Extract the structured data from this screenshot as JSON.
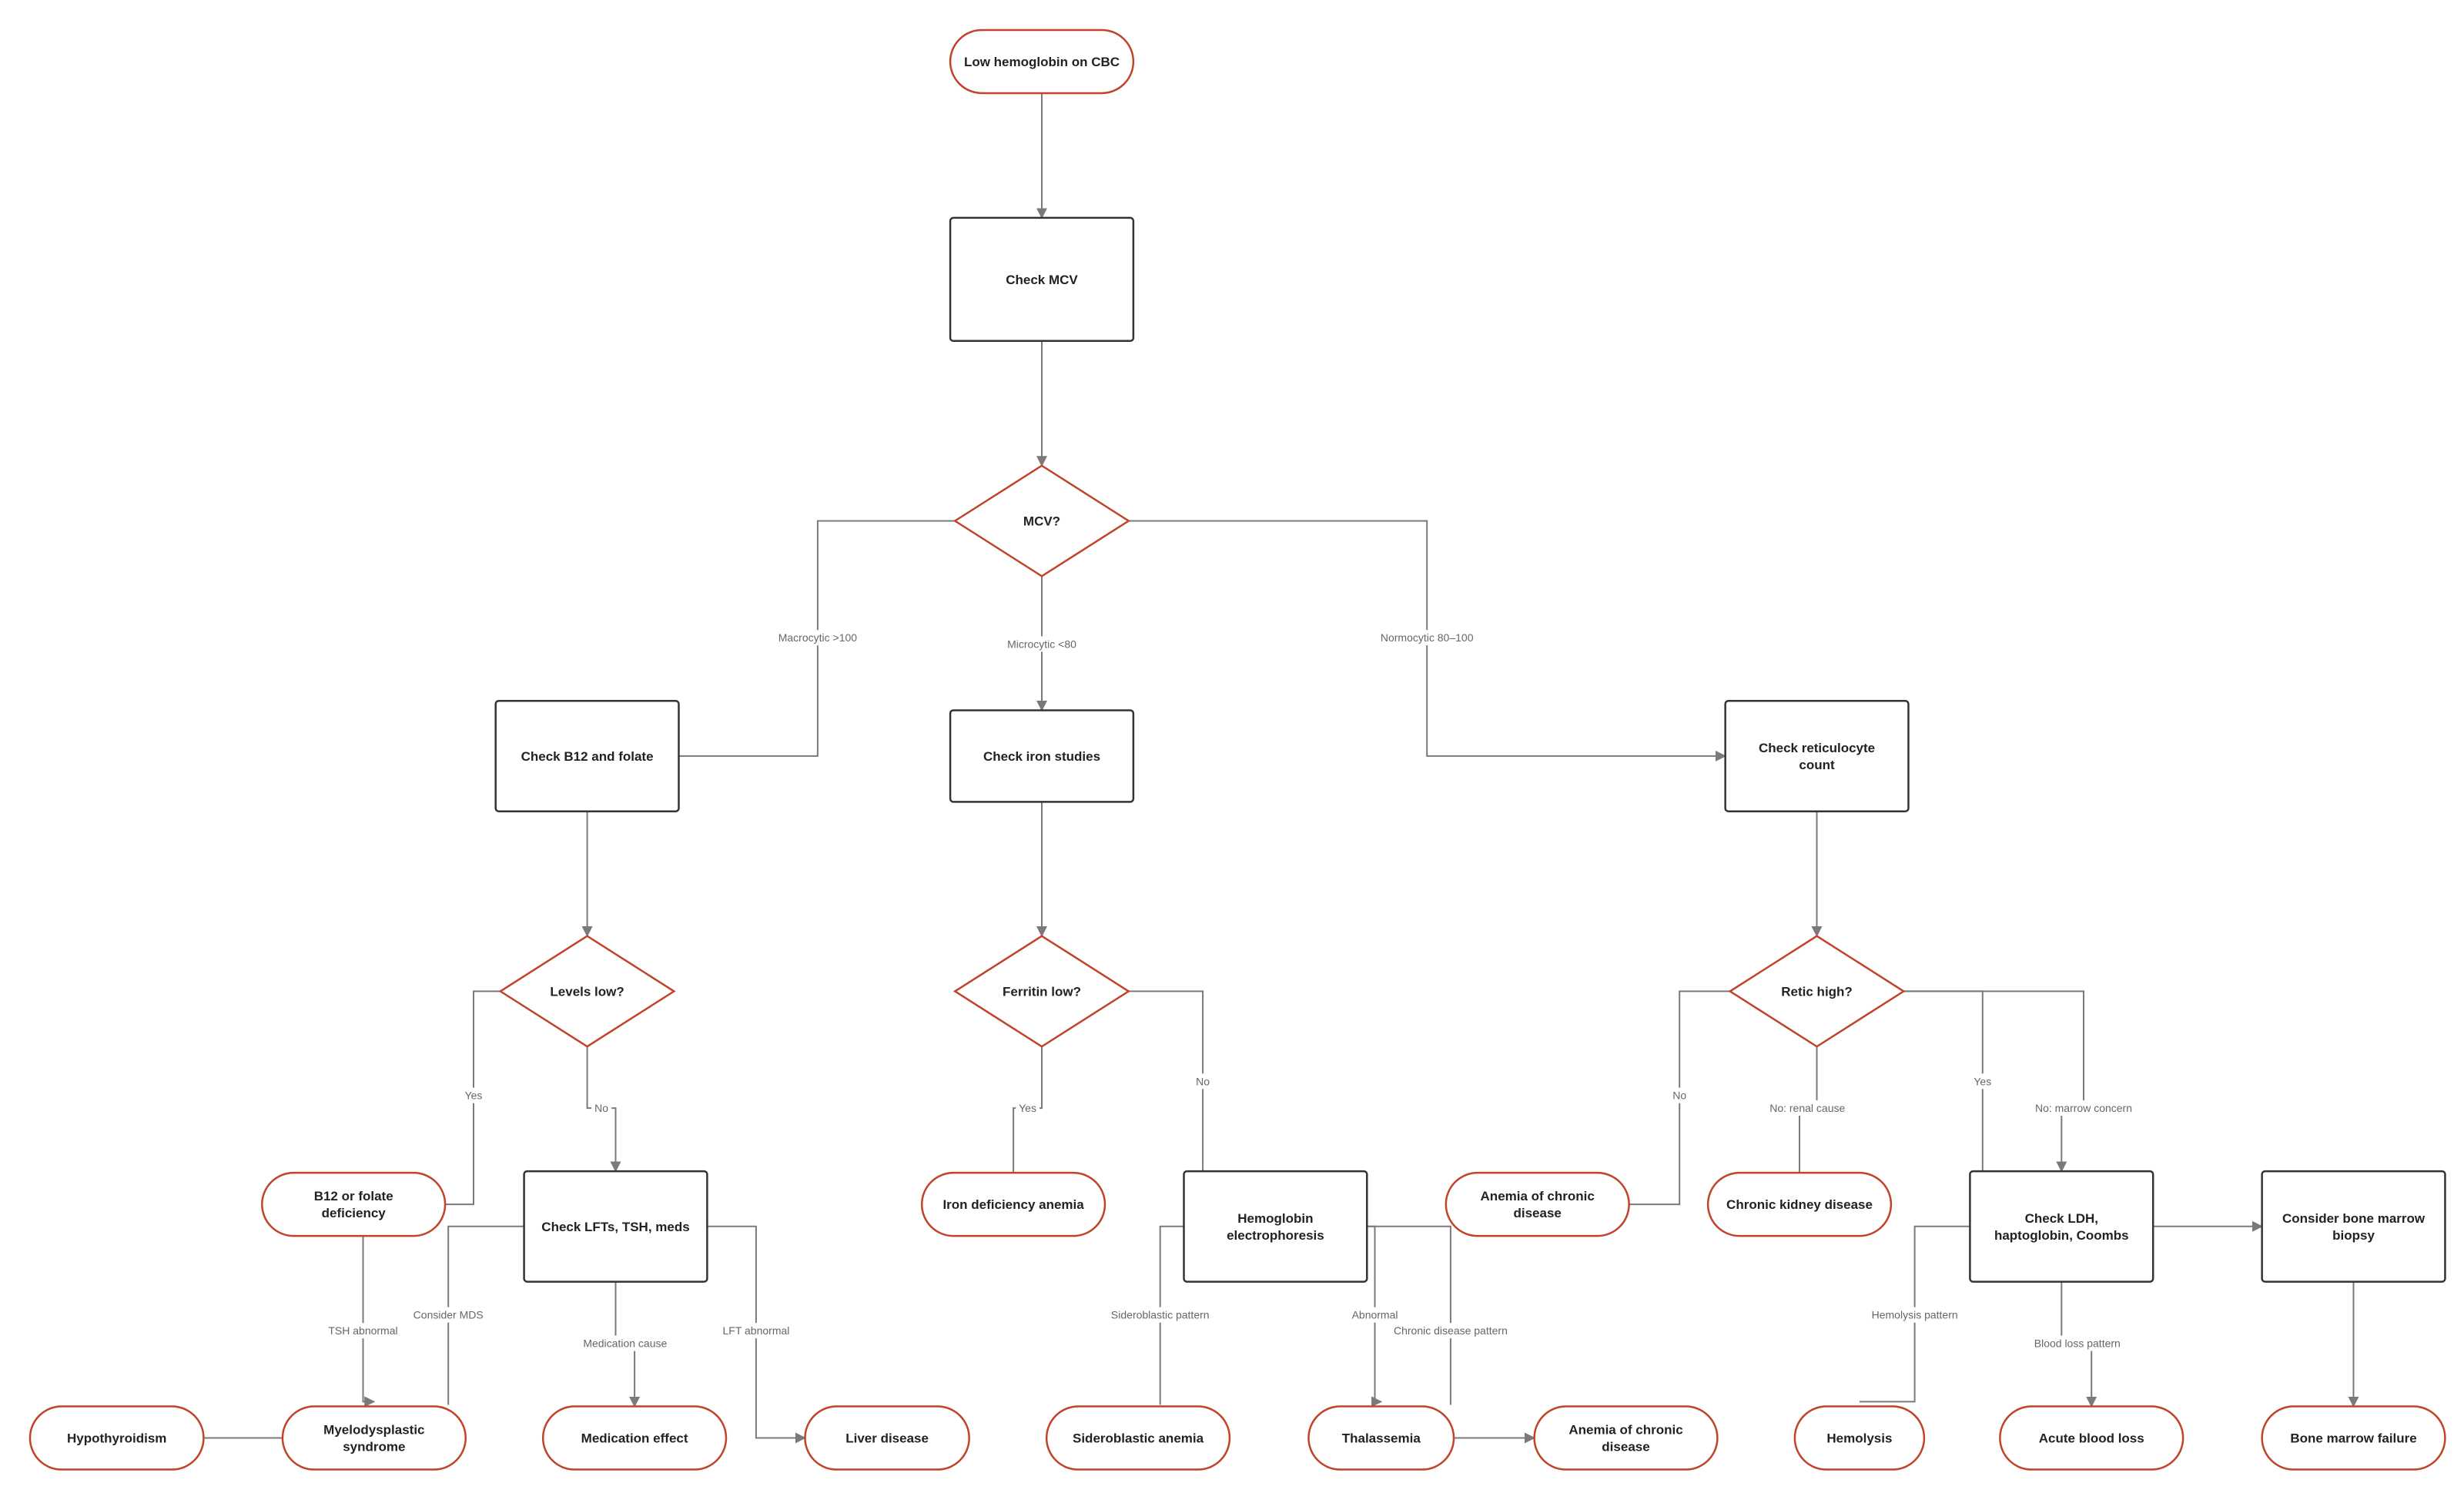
{
  "colors": {
    "terminal_stroke": "#c0442a",
    "process_stroke": "#333333",
    "edge": "#7a7a7a"
  },
  "nodes": {
    "start": {
      "shape": "terminal",
      "lines": [
        "Low hemoglobin on CBC"
      ]
    },
    "check_mcv": {
      "shape": "process",
      "lines": [
        "Check MCV"
      ]
    },
    "mcv": {
      "shape": "decision",
      "lines": [
        "MCV?"
      ]
    },
    "b12": {
      "shape": "process",
      "lines": [
        "Check B12 and folate"
      ]
    },
    "iron": {
      "shape": "process",
      "lines": [
        "Check iron studies"
      ]
    },
    "retic": {
      "shape": "process",
      "lines": [
        "Check reticulocyte",
        "count"
      ]
    },
    "levels": {
      "shape": "decision",
      "lines": [
        "Levels low?"
      ]
    },
    "ferritin": {
      "shape": "decision",
      "lines": [
        "Ferritin low?"
      ]
    },
    "retic_high": {
      "shape": "decision",
      "lines": [
        "Retic high?"
      ]
    },
    "b12_def": {
      "shape": "terminal",
      "lines": [
        "B12 or folate",
        "deficiency"
      ]
    },
    "lfts": {
      "shape": "process",
      "lines": [
        "Check LFTs, TSH, meds"
      ]
    },
    "ida": {
      "shape": "terminal",
      "lines": [
        "Iron deficiency anemia"
      ]
    },
    "hb_electro": {
      "shape": "process",
      "lines": [
        "Hemoglobin",
        "electrophoresis"
      ]
    },
    "acd1": {
      "shape": "terminal",
      "lines": [
        "Anemia of chronic",
        "disease"
      ]
    },
    "ckd": {
      "shape": "terminal",
      "lines": [
        "Chronic kidney disease"
      ]
    },
    "ldh": {
      "shape": "process",
      "lines": [
        "Check LDH,",
        "haptoglobin, Coombs"
      ]
    },
    "bm_biopsy": {
      "shape": "process",
      "lines": [
        "Consider bone marrow",
        "biopsy"
      ]
    },
    "hypothyroid": {
      "shape": "terminal",
      "lines": [
        "Hypothyroidism"
      ]
    },
    "mds": {
      "shape": "terminal",
      "lines": [
        "Myelodysplastic",
        "syndrome"
      ]
    },
    "med_effect": {
      "shape": "terminal",
      "lines": [
        "Medication effect"
      ]
    },
    "liver": {
      "shape": "terminal",
      "lines": [
        "Liver disease"
      ]
    },
    "sideroblastic": {
      "shape": "terminal",
      "lines": [
        "Sideroblastic anemia"
      ]
    },
    "thal": {
      "shape": "terminal",
      "lines": [
        "Thalassemia"
      ]
    },
    "acd2": {
      "shape": "terminal",
      "lines": [
        "Anemia of chronic",
        "disease"
      ]
    },
    "hemolysis": {
      "shape": "terminal",
      "lines": [
        "Hemolysis"
      ]
    },
    "blood_loss": {
      "shape": "terminal",
      "lines": [
        "Acute blood loss"
      ]
    },
    "bm_failure": {
      "shape": "terminal",
      "lines": [
        "Bone marrow failure"
      ]
    }
  },
  "edges": [
    {
      "from": "start",
      "to": "check_mcv",
      "label": ""
    },
    {
      "from": "check_mcv",
      "to": "mcv",
      "label": ""
    },
    {
      "from": "mcv",
      "to": "b12",
      "label": "Macrocytic >100"
    },
    {
      "from": "mcv",
      "to": "iron",
      "label": "Microcytic <80"
    },
    {
      "from": "mcv",
      "to": "retic",
      "label": "Normocytic 80–100"
    },
    {
      "from": "b12",
      "to": "levels",
      "label": ""
    },
    {
      "from": "iron",
      "to": "ferritin",
      "label": ""
    },
    {
      "from": "retic",
      "to": "retic_high",
      "label": ""
    },
    {
      "from": "levels",
      "to": "b12_def",
      "label": "Yes"
    },
    {
      "from": "levels",
      "to": "lfts",
      "label": "No"
    },
    {
      "from": "ferritin",
      "to": "ida",
      "label": "Yes"
    },
    {
      "from": "ferritin",
      "to": "hb_electro",
      "label": "No"
    },
    {
      "from": "retic_high",
      "to": "acd1",
      "label": "No"
    },
    {
      "from": "retic_high",
      "to": "ckd",
      "label": "No: renal cause"
    },
    {
      "from": "retic_high",
      "to": "ldh",
      "label": "Yes"
    },
    {
      "from": "retic_high",
      "to": "ldh",
      "label": "No: marrow concern"
    },
    {
      "from": "lfts",
      "to": "mds",
      "label": "TSH abnormal"
    },
    {
      "from": "lfts",
      "to": "mds",
      "label": "Consider MDS"
    },
    {
      "from": "lfts",
      "to": "med_effect",
      "label": "Medication cause"
    },
    {
      "from": "lfts",
      "to": "liver",
      "label": "LFT abnormal"
    },
    {
      "from": "hypothyroid",
      "to": "mds",
      "label": ""
    },
    {
      "from": "hb_electro",
      "to": "sideroblastic",
      "label": "Sideroblastic pattern"
    },
    {
      "from": "hb_electro",
      "to": "thal",
      "label": "Abnormal"
    },
    {
      "from": "hb_electro",
      "to": "acd2",
      "label": "Chronic disease pattern"
    },
    {
      "from": "ldh",
      "to": "hemolysis",
      "label": "Hemolysis pattern"
    },
    {
      "from": "ldh",
      "to": "blood_loss",
      "label": "Blood loss pattern"
    },
    {
      "from": "ldh",
      "to": "bm_biopsy",
      "label": ""
    },
    {
      "from": "bm_biopsy",
      "to": "bm_failure",
      "label": ""
    }
  ]
}
